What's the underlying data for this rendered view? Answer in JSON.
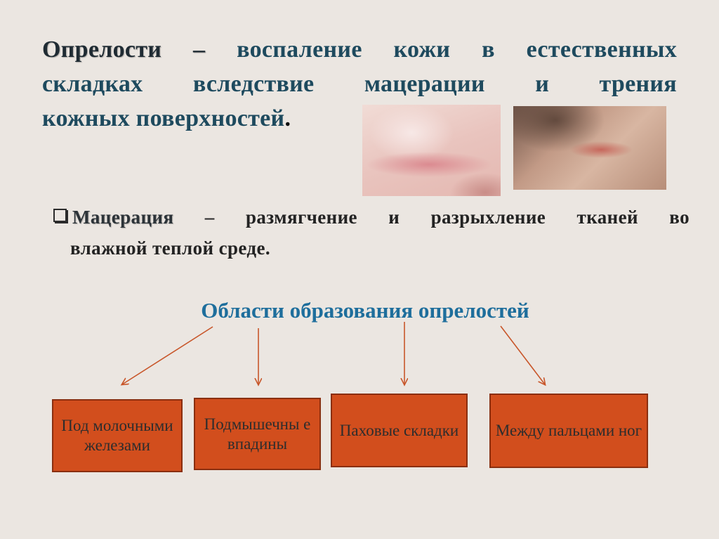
{
  "definition": {
    "term": "Опрелости –",
    "line1_rest": "воспаление кожи в естественных",
    "line2": "складках вследствие мацерации и трения",
    "line3": "кожных поверхностей",
    "period": "."
  },
  "maceration": {
    "term": "Мацерация",
    "line1_rest": "– размягчение и разрыхление тканей во",
    "line2": "влажной теплой среде."
  },
  "areas": {
    "title": "Области образования опрелостей",
    "items": [
      {
        "label": "Под молочными железами"
      },
      {
        "label": "Подмышечны е впадины"
      },
      {
        "label": "Паховые складки"
      },
      {
        "label": "Между пальцами ног"
      }
    ]
  },
  "colors": {
    "background": "#ebe6e1",
    "accent_blue": "#1e6e9c",
    "box_fill": "#d24e1d",
    "arrow": "#c8562a"
  }
}
